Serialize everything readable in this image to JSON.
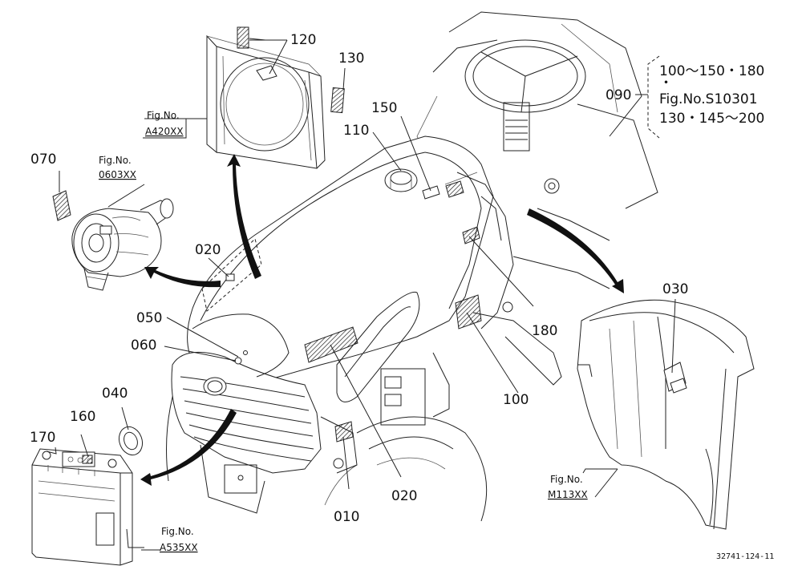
{
  "callouts": {
    "c010": "010",
    "c020a": "020",
    "c020b": "020",
    "c030": "030",
    "c040": "040",
    "c050": "050",
    "c060": "060",
    "c070": "070",
    "c100": "100",
    "c110": "110",
    "c120": "120",
    "c130": "130",
    "c150": "150",
    "c160": "160",
    "c170": "170",
    "c180": "180"
  },
  "figure_refs": {
    "fan_shroud": {
      "prefix": "Fig.No.",
      "code": "A420XX"
    },
    "air_cleaner": {
      "prefix": "Fig.No.",
      "code": "0603XX"
    },
    "fender": {
      "prefix": "Fig.No.",
      "code": "M113XX"
    },
    "battery": {
      "prefix": "Fig.No.",
      "code": "A535XX"
    }
  },
  "legend": {
    "ref": "090",
    "line1": "100〜150・180",
    "bullet": "・",
    "line2": "Fig.No.S10301",
    "line3": "130・145〜200"
  },
  "drawing_code": "32741-124-11",
  "colors": {
    "ink": "#111111",
    "paper": "#ffffff"
  }
}
